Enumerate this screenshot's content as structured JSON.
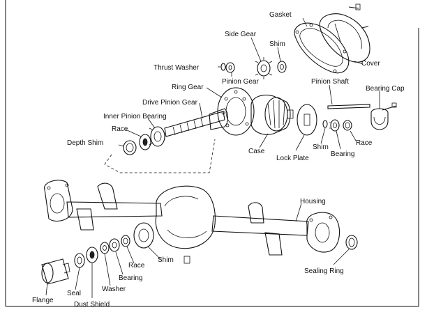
{
  "labels": {
    "gasket": "Gasket",
    "cover": "Cover",
    "side_gear": "Side Gear",
    "shim_top": "Shim",
    "thrust_washer": "Thrust Washer",
    "pinion_gear": "Pinion Gear",
    "ring_gear": "Ring Gear",
    "pinion_shaft": "Pinion Shaft",
    "bearing_cap": "Bearing Cap",
    "drive_pinion_gear": "Drive Pinion Gear",
    "inner_pinion_bearing": "Inner Pinion Bearing",
    "race_upper": "Race",
    "depth_shim": "Depth Shim",
    "case": "Case",
    "lock_plate": "Lock Plate",
    "shim_mid": "Shim",
    "bearing_mid": "Bearing",
    "race_right": "Race",
    "housing": "Housing",
    "sealing_ring": "Sealing Ring",
    "shim_lower": "Shim",
    "race_lower": "Race",
    "bearing_lower": "Bearing",
    "washer": "Washer",
    "seal": "Seal",
    "flange": "Flange",
    "dust_shield": "Dust Shield"
  },
  "colors": {
    "line": "#111111",
    "background": "#ffffff"
  }
}
